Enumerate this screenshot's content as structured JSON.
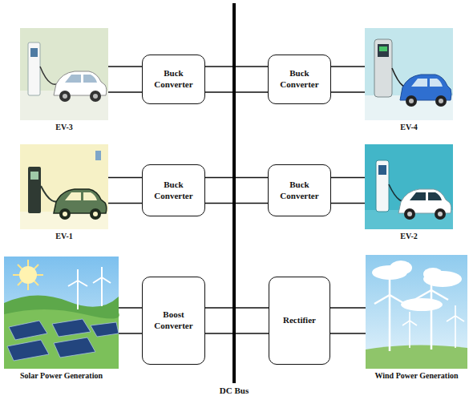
{
  "diagram": {
    "nodes": [
      {
        "text": [
          "EV-3"
        ]
      },
      {
        "text": [
          "Buck Converter"
        ]
      },
      {
        "text": [
          "Buck Converter"
        ]
      },
      {
        "text": [
          "EV-4"
        ]
      },
      {
        "text": [
          "EV-1"
        ]
      },
      {
        "text": [
          "Buck Converter"
        ]
      },
      {
        "text": [
          "Buck Converter"
        ]
      },
      {
        "text": [
          "EV-2"
        ]
      },
      {
        "text": [
          "Solar Power Generation"
        ]
      },
      {
        "text": [
          "Boost Converter"
        ]
      },
      {
        "text": [
          "Rectifier"
        ]
      },
      {
        "text": [
          "Wind Power Generation"
        ]
      },
      {
        "text": [
          "DC Bus"
        ]
      }
    ],
    "edges": [
      {
        "from": 0,
        "to": 1,
        "arrow": "none"
      },
      {
        "from": 1,
        "to": 12,
        "arrow": "none"
      },
      {
        "from": 2,
        "to": 12,
        "arrow": "none"
      },
      {
        "from": 2,
        "to": 3,
        "arrow": "none"
      },
      {
        "from": 4,
        "to": 5,
        "arrow": "none"
      },
      {
        "from": 5,
        "to": 12,
        "arrow": "none"
      },
      {
        "from": 6,
        "to": 12,
        "arrow": "none"
      },
      {
        "from": 6,
        "to": 7,
        "arrow": "none"
      },
      {
        "from": 8,
        "to": 9,
        "arrow": "none"
      },
      {
        "from": 9,
        "to": 12,
        "arrow": "none"
      },
      {
        "from": 10,
        "to": 12,
        "arrow": "none"
      },
      {
        "from": 10,
        "to": 11,
        "arrow": "none"
      }
    ]
  }
}
